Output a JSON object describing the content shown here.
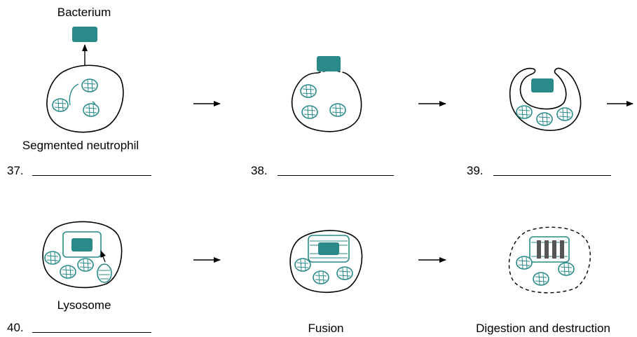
{
  "labels": {
    "bacterium": "Bacterium",
    "segmented_neutrophil": "Segmented neutrophil",
    "lysosome": "Lysosome",
    "fusion": "Fusion",
    "digestion": "Digestion and destruction"
  },
  "questions": {
    "q37": "37.",
    "q38": "38.",
    "q39": "39.",
    "q40": "40."
  },
  "colors": {
    "bacterium": "#2a8a8a",
    "granule": "#2a8a8a",
    "outline": "#000000",
    "digest_stripes": "#555555"
  }
}
